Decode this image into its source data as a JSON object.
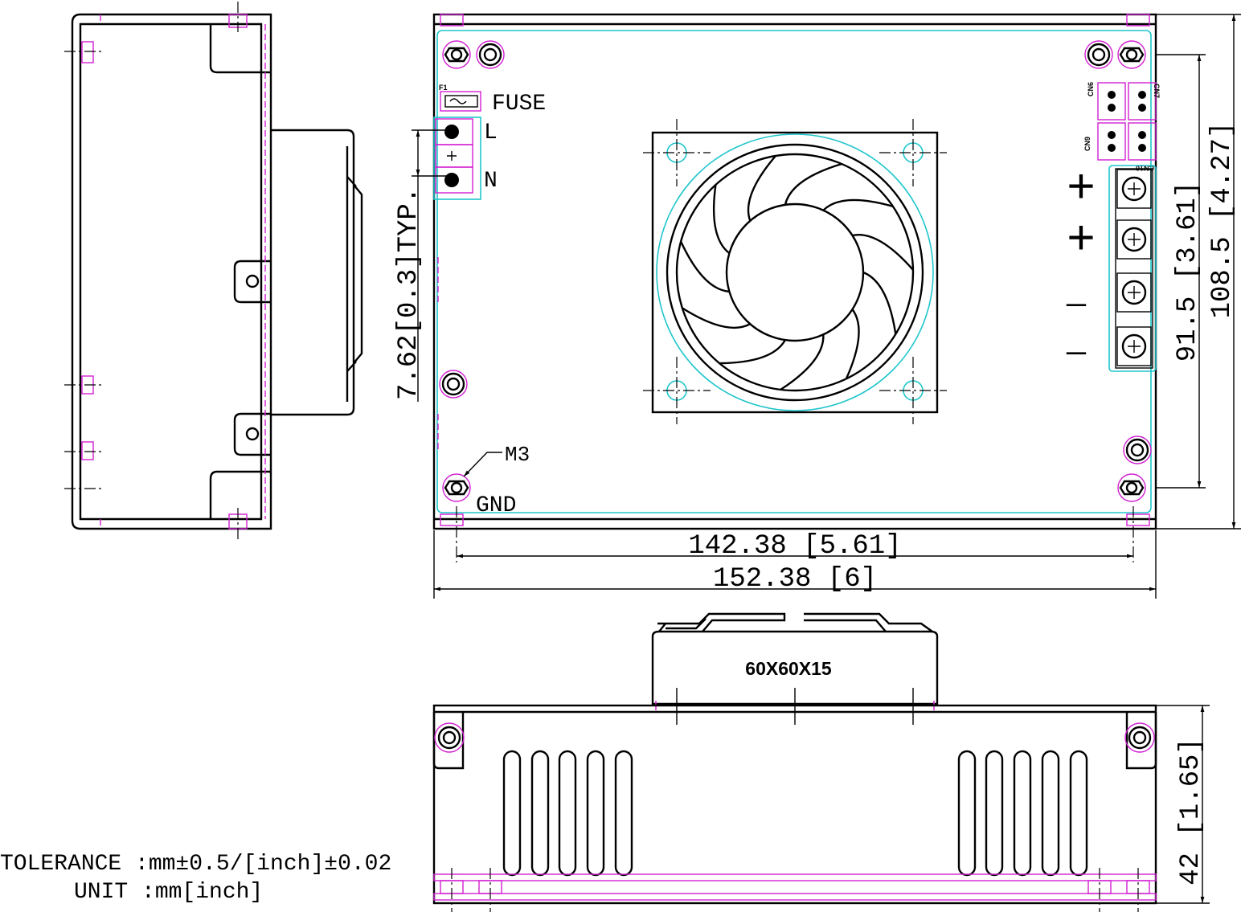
{
  "labels": {
    "fuse": "FUSE",
    "fuse_ref": "F1",
    "line": "L",
    "neutral": "N",
    "mount_hole": "M3",
    "ground": "GND",
    "fan_size": "60X60X15",
    "pitch_typ": "7.62[0.3]TYP.",
    "output_pos_1": "+",
    "output_pos_2": "+",
    "output_neg_1": "—",
    "output_neg_2": "—"
  },
  "connectors": {
    "cn6": "CN6",
    "cn7": "CN7",
    "cn9": "CN9",
    "cn10": "CN10"
  },
  "dimensions": {
    "hole_spacing_width": "142.38 [5.61]",
    "overall_width": "152.38 [6]",
    "hole_spacing_depth": "91.5 [3.61]",
    "overall_depth": "108.5 [4.27]",
    "height": "42 [1.65]"
  },
  "notes": {
    "tolerance": "TOLERANCE :mm±0.5/[inch]±0.02",
    "unit": "UNIT :mm[inch]"
  },
  "colors": {
    "outline": "#000000",
    "pcb_outline": "#1fc6cc",
    "component_layer": "#d21fd2"
  }
}
